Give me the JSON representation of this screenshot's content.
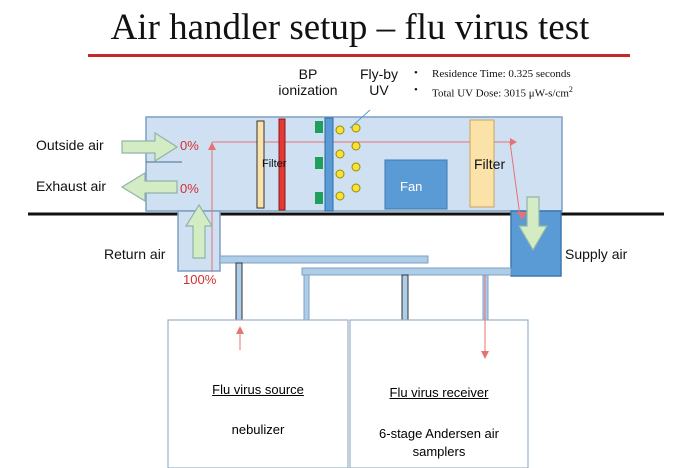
{
  "title": "Air handler setup – flu virus test",
  "notes": {
    "residence_time": "Residence Time: 0.325 seconds",
    "total_uv_dose_prefix": "Total UV Dose: 3015 μW-s/cm",
    "total_uv_dose_superscript": "2"
  },
  "labels": {
    "bp_ionization_line1": "BP",
    "bp_ionization_line2": "ionization",
    "flyby_line1": "Fly-by",
    "flyby_line2": "UV",
    "outside_air": "Outside air",
    "exhaust_air": "Exhaust air",
    "return_air": "Return air",
    "supply_air": "Supply air",
    "filter_left": "Filter",
    "filter_right": "Filter",
    "fan": "Fan"
  },
  "percentages": {
    "outside": "0%",
    "exhaust": "0%",
    "return": "100%"
  },
  "boxes": {
    "source_title": "Flu virus source",
    "source_sub": "nebulizer",
    "receiver_title": "Flu virus receiver",
    "receiver_sub_line1": "6-stage Andersen air",
    "receiver_sub_line2": "samplers"
  },
  "colors": {
    "duct_fill": "#cfe0f2",
    "duct_border": "#7f9fc2",
    "arrow_fill": "#d4ecc4",
    "arrow_border": "#8fb4a8",
    "filter_fill": "#fbe2a8",
    "ionization_bar": "#e53935",
    "ionization_electrode": "#1fa05a",
    "uv_lamp": "#f5e23a",
    "fan_fill": "#5a9bd5",
    "pipe_fill": "#aecde9",
    "flow_line": "#e57373",
    "floor_line": "#111111"
  }
}
